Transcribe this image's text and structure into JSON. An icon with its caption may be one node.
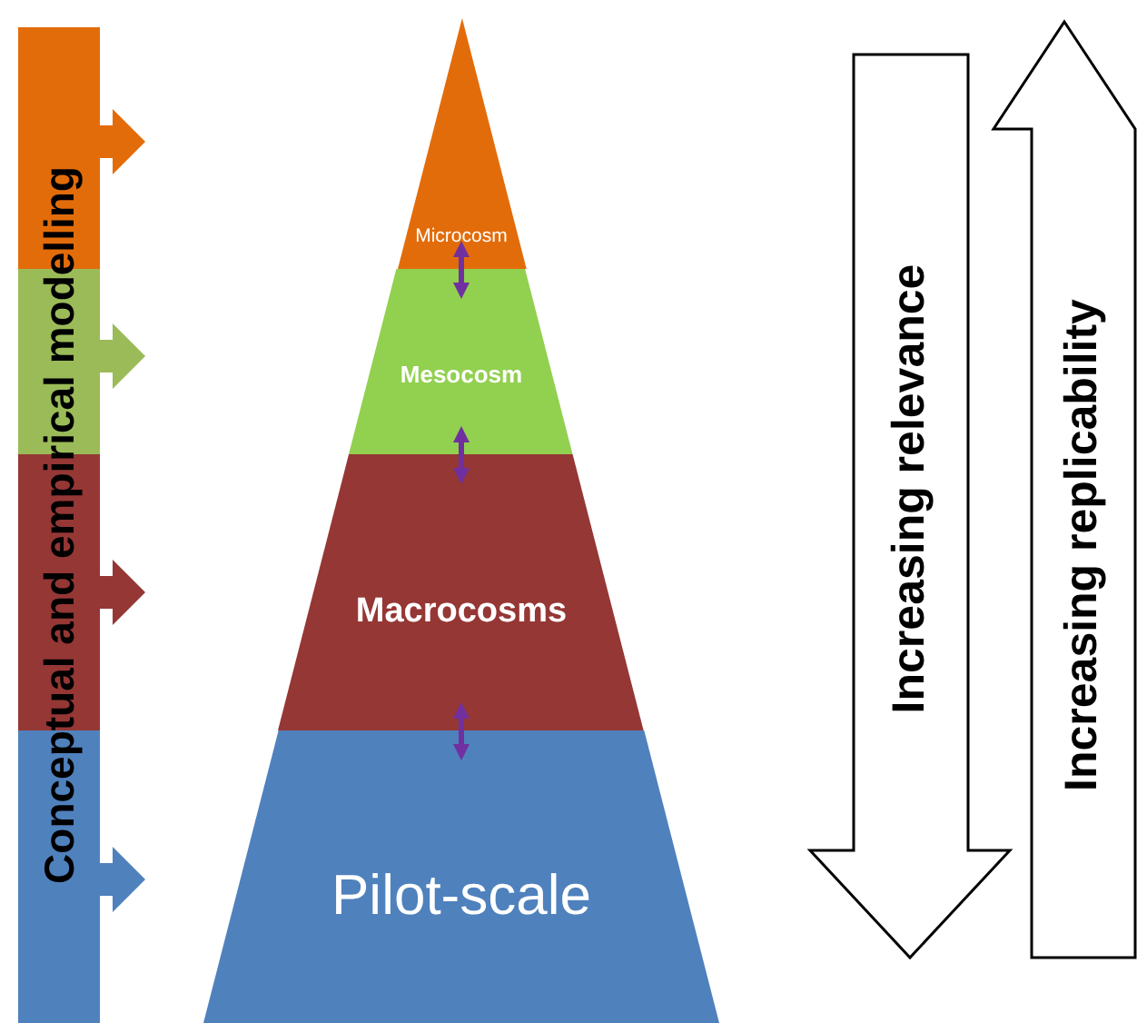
{
  "diagram": {
    "nodes": [
      {
        "text": [
          "Conceptual and empirical modelling"
        ]
      },
      {
        "text": [
          "Microcosm"
        ]
      },
      {
        "text": [
          "Mesocosm"
        ]
      },
      {
        "text": [
          "Macrocosms"
        ]
      },
      {
        "text": [
          "Pilot-scale"
        ]
      },
      {
        "text": [
          "Increasing relevance"
        ]
      },
      {
        "text": [
          "Increasing replicability"
        ]
      }
    ],
    "edges": [
      {
        "from": 1,
        "to": 2,
        "arrow": "both"
      },
      {
        "from": 2,
        "to": 3,
        "arrow": "both"
      },
      {
        "from": 3,
        "to": 4,
        "arrow": "both"
      }
    ]
  }
}
